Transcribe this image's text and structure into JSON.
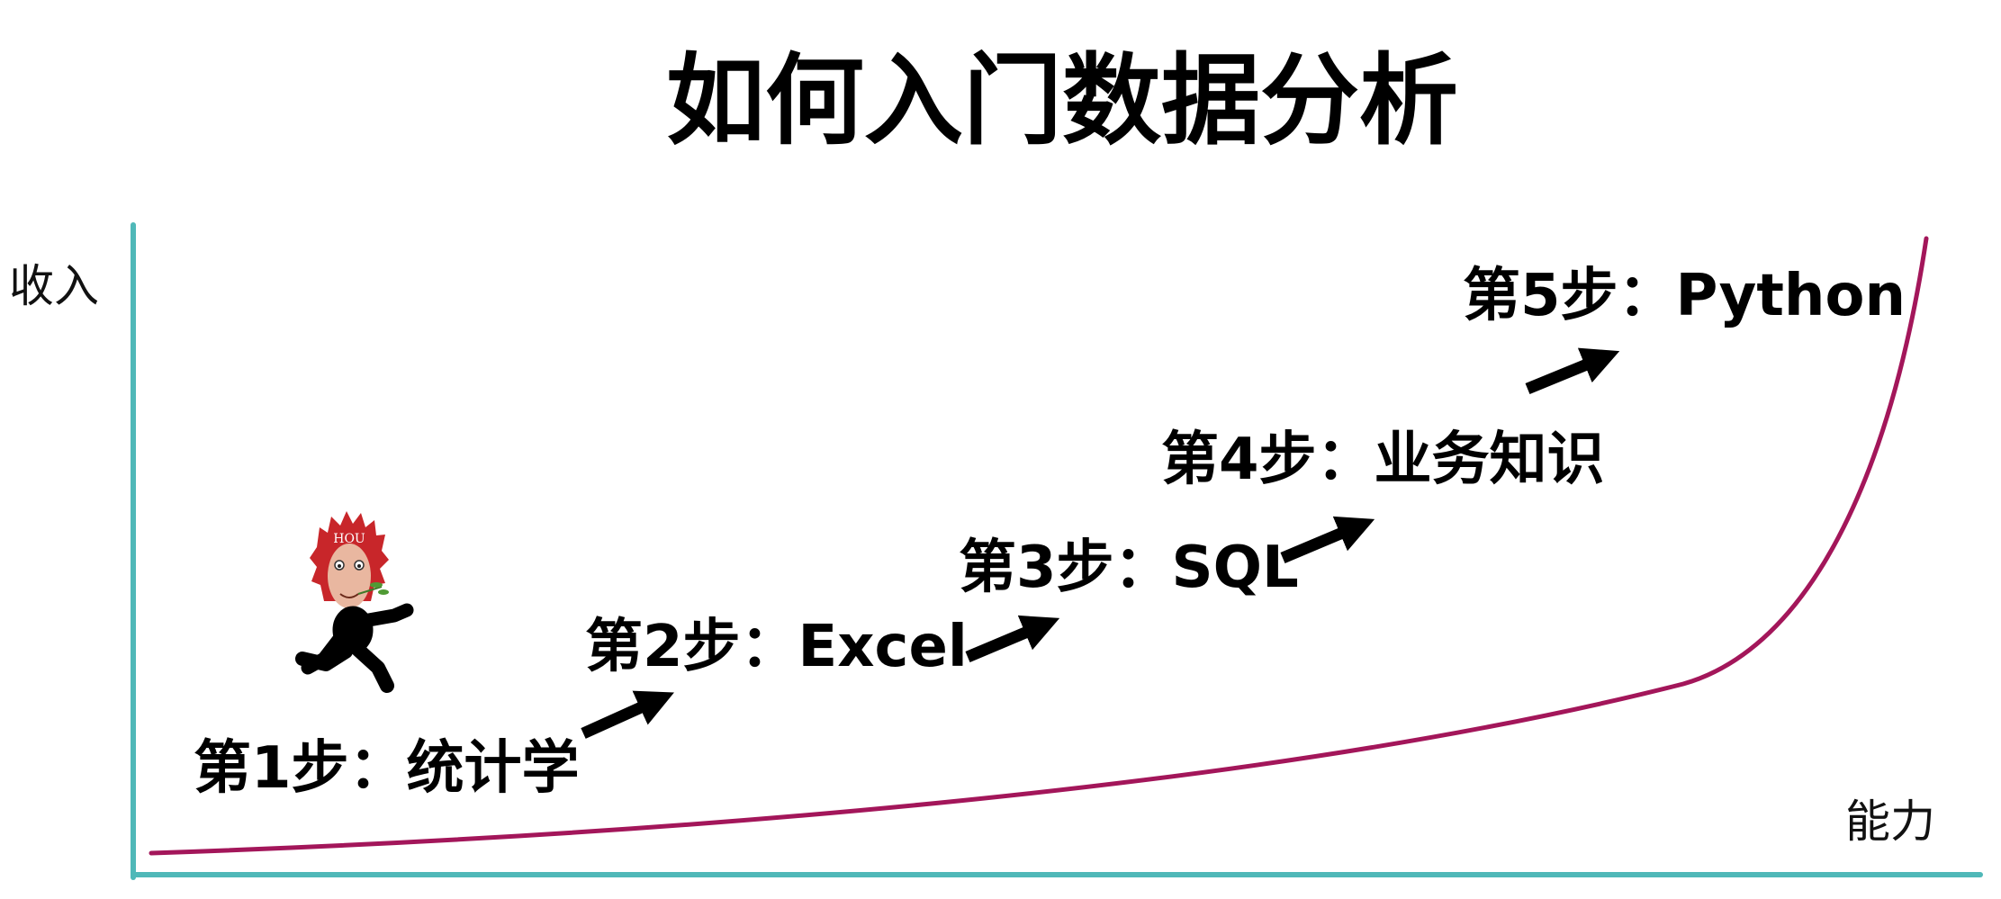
{
  "title": "如何入门数据分析",
  "axes": {
    "y_label": "收入",
    "x_label": "能力"
  },
  "steps": [
    {
      "label": "第1步：统计学"
    },
    {
      "label": "第2步：Excel"
    },
    {
      "label": "第3步：SQL"
    },
    {
      "label": "第4步：业务知识"
    },
    {
      "label": "第5步：Python"
    }
  ],
  "mascot": {
    "badge_text": "HOU"
  },
  "colors": {
    "axis": "#4fb8b8",
    "curve": "#a3165a",
    "text": "#000000",
    "mascot_hair": "#c8262a",
    "mascot_face": "#e9b7a0"
  }
}
